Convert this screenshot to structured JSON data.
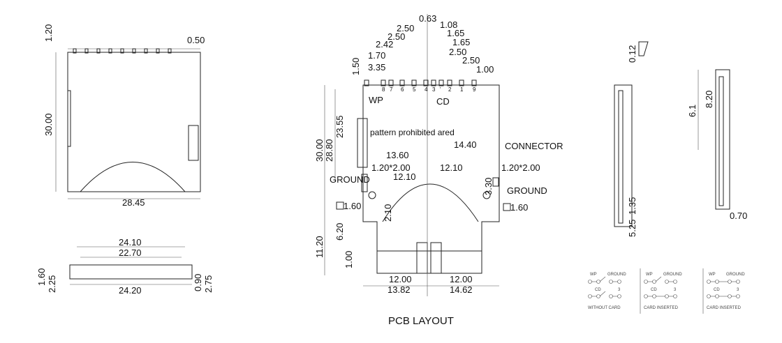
{
  "top_view": {
    "dims": [
      "1.20",
      "0.50",
      "30.00",
      "28.45"
    ]
  },
  "front_view": {
    "dims": [
      "24.10",
      "22.70",
      "24.20",
      "1.60",
      "2.25",
      "0.90",
      "2.75"
    ]
  },
  "pcb": {
    "title": "PCB LAYOUT",
    "top_dims": [
      "0.63",
      "1.08",
      "2.50",
      "1.65",
      "2.50",
      "1.65",
      "2.42",
      "2.50",
      "1.70",
      "2.50",
      "3.35",
      "1.00",
      "1.50"
    ],
    "pins": [
      "8",
      "7",
      "6",
      "5",
      "4",
      "3",
      "'",
      "2",
      "1",
      "9"
    ],
    "labels": {
      "wp": "WP",
      "cd": "CD",
      "pattern": "pattern prohibited ared",
      "connector": "CONNECTOR",
      "ground_left": "GROUND",
      "ground_right": "GROUND"
    },
    "dims": {
      "d1440": "14.40",
      "d1360": "13.60",
      "pad_left": "1.20*2.00",
      "d1210a": "12.10",
      "pad_right": "1.20*2.00",
      "d1210b": "12.10",
      "d330": "3.30",
      "d160l": "1.60",
      "d160r": "1.60",
      "d210": "2.10",
      "d3000": "30.00",
      "d2880": "28.80",
      "d2355": "23.55",
      "d1120": "11.20",
      "d620": "6.20",
      "d100": "1.00",
      "d1200a": "12.00",
      "d1200b": "12.00",
      "d1382": "13.82",
      "d1462": "14.62"
    }
  },
  "side_views": {
    "dims": [
      "0.12",
      "6.1",
      "8.20",
      "1.35",
      "5.25",
      "0.70"
    ]
  },
  "switch_diagrams": [
    {
      "wp": "WP",
      "ground": "GROUND",
      "cd": "CD",
      "s": "3",
      "caption": "WITHOUT CARD"
    },
    {
      "wp": "WP",
      "ground": "GROUND",
      "cd": "CD",
      "s": "3",
      "caption": "CARD INSERTED"
    },
    {
      "wp": "WP",
      "ground": "GROUND",
      "cd": "CD",
      "s": "3",
      "caption": "CARD INSERTED"
    }
  ]
}
